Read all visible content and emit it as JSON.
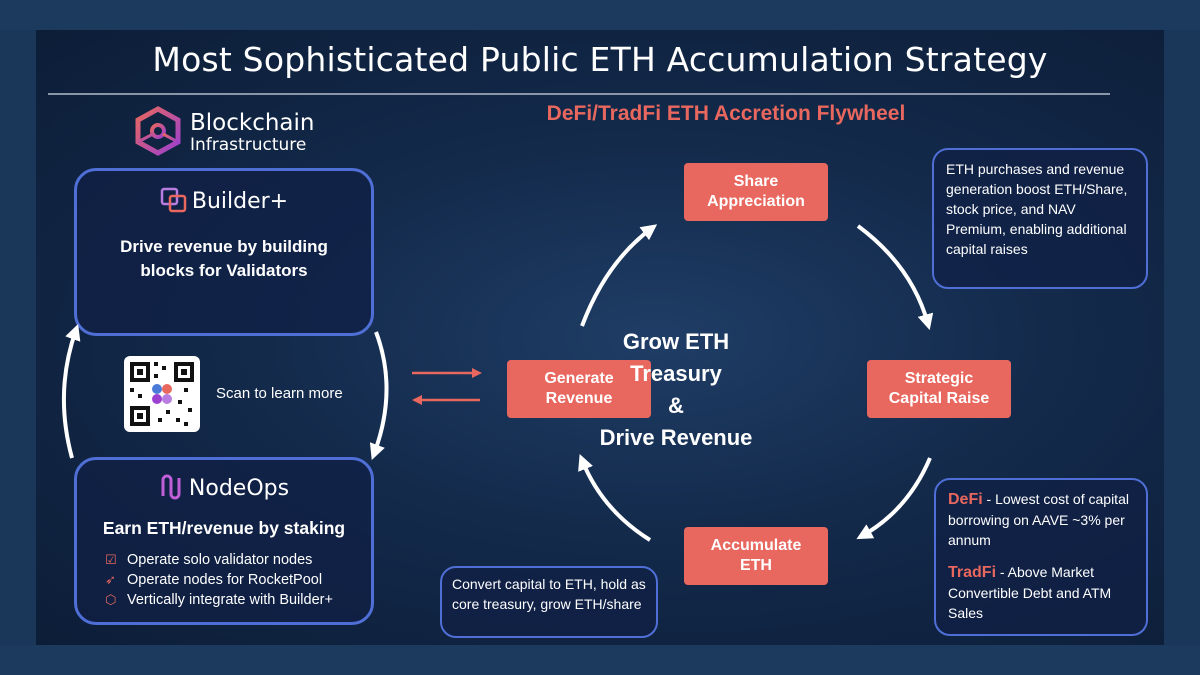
{
  "title": "Most Sophisticated Public ETH Accumulation Strategy",
  "subtitle": "DeFi/TradFi ETH Accretion Flywheel",
  "logo": {
    "line1": "Blockchain",
    "line2": "Infrastructure"
  },
  "builder": {
    "brand": "Builder+",
    "desc_line1": "Drive revenue by building",
    "desc_line2": "blocks for Validators"
  },
  "nodeops": {
    "brand": "NodeOps",
    "desc": "Earn ETH/revenue by staking",
    "items": [
      "Operate solo validator nodes",
      "Operate nodes for RocketPool",
      "Vertically integrate with Builder+"
    ]
  },
  "qr": {
    "label": "Scan to learn more"
  },
  "flywheel": {
    "center_line1": "Grow ETH",
    "center_line2": "Treasury",
    "center_line3": "&",
    "center_line4": "Drive Revenue",
    "share_l1": "Share",
    "share_l2": "Appreciation",
    "strategic_l1": "Strategic",
    "strategic_l2": "Capital Raise",
    "accumulate_l1": "Accumulate",
    "accumulate_l2": "ETH",
    "generate_l1": "Generate",
    "generate_l2": "Revenue"
  },
  "info_top": "ETH purchases and revenue generation boost ETH/Share, stock price, and NAV Premium, enabling additional capital raises",
  "info_right": {
    "defi_label": "DeFi",
    "defi_text": " - Lowest cost of capital borrowing on AAVE ~3% per annum",
    "tradfi_label": "TradFi",
    "tradfi_text": " - Above Market Convertible Debt and ATM Sales"
  },
  "info_bottom": "Convert capital to ETH, hold as core treasury, grow ETH/share",
  "colors": {
    "accent": "#e8675e",
    "border": "#4f6fd6",
    "background": "#132a4b"
  }
}
